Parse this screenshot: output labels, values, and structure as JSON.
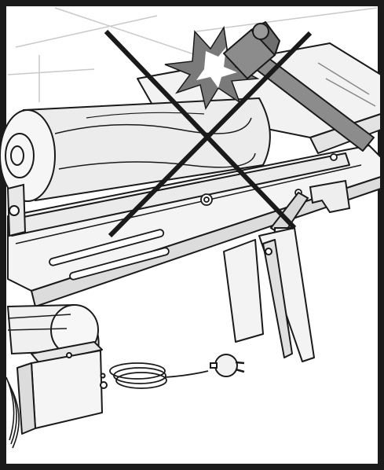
{
  "figure": {
    "kind": "warning-illustration",
    "subject": "log-splitter",
    "prohibition_mark": "x-cross",
    "icons": [
      "log-icon",
      "hammer-icon",
      "impact-burst-icon",
      "power-plug-icon"
    ],
    "colors": {
      "outline": "#1a1a1a",
      "cross": "#1a1a1a",
      "hammer": "#8c8c8c",
      "burst": "#7a7a7a",
      "log": "#ececec",
      "machine_light": "#f2f2f2",
      "machine_mid": "#e3e3e3",
      "background": "#ffffff"
    }
  }
}
